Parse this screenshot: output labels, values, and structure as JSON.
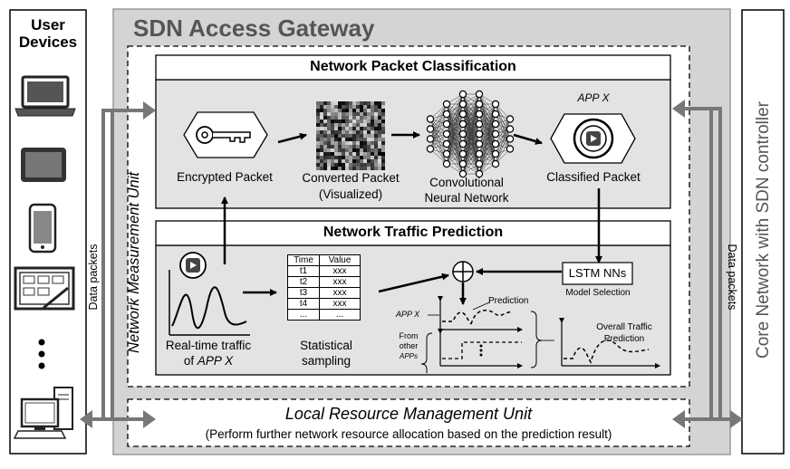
{
  "user_devices": {
    "title_line1": "User",
    "title_line2": "Devices"
  },
  "gateway": {
    "title": "SDN Access Gateway"
  },
  "measurement_unit": {
    "label": "Network Measurement Unit"
  },
  "classification": {
    "title": "Network Packet Classification",
    "encrypted_packet": "Encrypted Packet",
    "converted_packet_line1": "Converted Packet",
    "converted_packet_line2": "(Visualized)",
    "cnn_line1": "Convolutional",
    "cnn_line2": "Neural Network",
    "app_x_label": "APP X",
    "classified_packet": "Classified Packet"
  },
  "prediction": {
    "title": "Network Traffic Prediction",
    "realtime_line1": "Real-time traffic",
    "realtime_line2_prefix": "of ",
    "realtime_line2_app": "APP X",
    "table_headers": [
      "Time",
      "Value"
    ],
    "table_rows": [
      [
        "t1",
        "xxx"
      ],
      [
        "t2",
        "xxx"
      ],
      [
        "t3",
        "xxx"
      ],
      [
        "t4",
        "xxx"
      ],
      [
        "...",
        "..."
      ]
    ],
    "sampling_line1": "Statistical",
    "sampling_line2": "sampling",
    "lstm": "LSTM NNs",
    "model_selection": "Model Selection",
    "prediction_label": "Prediction",
    "app_x_small": "APP X",
    "from": "From",
    "other": "other",
    "apps": "APPs",
    "overall_line1": "Overall Traffic",
    "overall_line2": "Prediction"
  },
  "resource_unit": {
    "title": "Local Resource Management Unit",
    "subtitle": "(Perform further network resource allocation based on the prediction result)"
  },
  "data_packets_left": "Data packets",
  "data_packets_right": "Data packets",
  "core_network": "Core Network with SDN controller",
  "icons": [
    "laptop-icon",
    "tablet-icon",
    "smartphone-icon",
    "smart-whiteboard-icon",
    "desktop-computer-icon",
    "key-icon",
    "play-icon",
    "neural-network-icon"
  ]
}
